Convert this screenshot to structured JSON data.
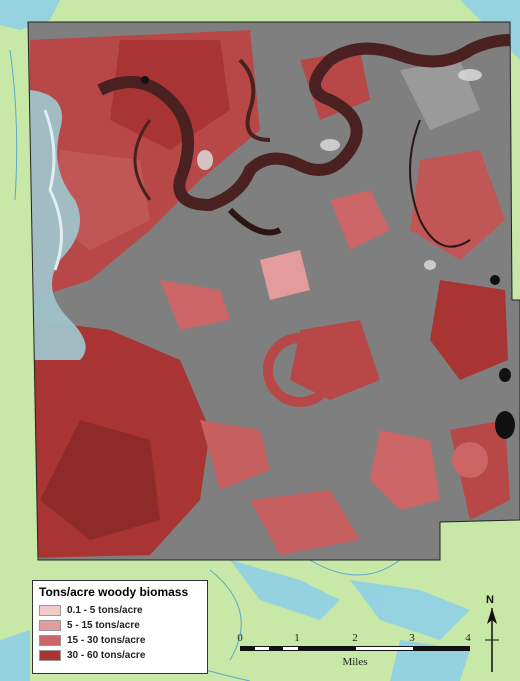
{
  "legend": {
    "title": "Tons/acre woody biomass",
    "items": [
      {
        "label": "0.1 - 5 tons/acre",
        "color": "#f2c9c9"
      },
      {
        "label": "5 - 15 tons/acre",
        "color": "#e39b9b"
      },
      {
        "label": "15 - 30 tons/acre",
        "color": "#cc6666"
      },
      {
        "label": "30 - 60 tons/acre",
        "color": "#a83434"
      }
    ]
  },
  "scale": {
    "ticks": [
      "0",
      "1",
      "2",
      "3",
      "4"
    ],
    "unit": "Miles"
  },
  "north_label": "N",
  "colors": {
    "basemap": "#c8e8a8",
    "water": "#8fd0e6",
    "raster_gray": "#7f7f7f",
    "river_dark": "#4a2020",
    "river_light": "#9fc3c9"
  }
}
